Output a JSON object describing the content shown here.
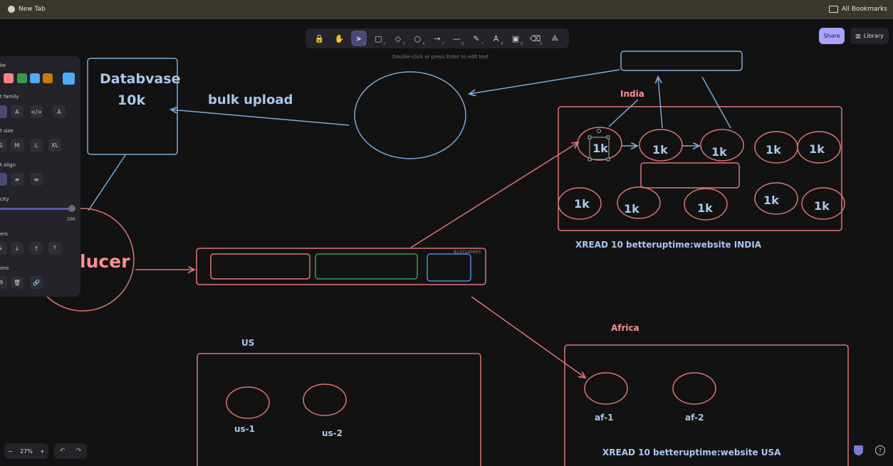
{
  "browser": {
    "tab_title": "New Tab",
    "bookmarks": "All Bookmarks"
  },
  "toolbar": {
    "tools": [
      {
        "icon": "lock-icon",
        "glyph": "🔒",
        "key": ""
      },
      {
        "icon": "hand-icon",
        "glyph": "✋",
        "key": ""
      },
      {
        "icon": "pointer-icon",
        "glyph": "➤",
        "key": "1"
      },
      {
        "icon": "rectangle-icon",
        "glyph": "▢",
        "key": "2"
      },
      {
        "icon": "diamond-icon",
        "glyph": "◇",
        "key": "3"
      },
      {
        "icon": "ellipse-icon",
        "glyph": "○",
        "key": "4"
      },
      {
        "icon": "arrow-icon",
        "glyph": "→",
        "key": "5"
      },
      {
        "icon": "line-icon",
        "glyph": "—",
        "key": "6"
      },
      {
        "icon": "pencil-icon",
        "glyph": "✎",
        "key": "7"
      },
      {
        "icon": "text-icon",
        "glyph": "A",
        "key": "8"
      },
      {
        "icon": "image-icon",
        "glyph": "▣",
        "key": "9"
      },
      {
        "icon": "eraser-icon",
        "glyph": "⌫",
        "key": "0"
      },
      {
        "icon": "shapes-icon",
        "glyph": "⟁",
        "key": ""
      }
    ],
    "hint": "Double-click or press Enter to edit text"
  },
  "header": {
    "share": "Share",
    "library": "Library"
  },
  "panel": {
    "stroke_label": "ke",
    "stroke_colors": [
      "#ff8383",
      "#3a994c",
      "#4dabf7",
      "#c77c02"
    ],
    "current_color": "#4dabf7",
    "font_family_label": "t family",
    "font_family_options": [
      "A",
      "</>",
      "A"
    ],
    "font_size_label": "t size",
    "font_sizes": [
      "S",
      "M",
      "L",
      "XL"
    ],
    "align_label": "t align",
    "opacity_label": "city",
    "opacity_value": "100",
    "layers_label": "ers",
    "actions_label": "ons"
  },
  "canvas": {
    "database_line1": "Databvase",
    "database_line2": "10k",
    "bulk_upload": "bulk upload",
    "producer": "lucer",
    "india": "India",
    "africa": "Africa",
    "us": "US",
    "small_id": "8130140903",
    "node_labels": [
      "1k",
      "1k",
      "1k",
      "1k",
      "1k",
      "1k",
      "1k",
      "1k",
      "1k",
      "1k"
    ],
    "xread_india": "XREAD 10 betteruptime:website INDIA",
    "xread_usa": "XREAD 10 betteruptime:website USA",
    "us_nodes": [
      "us-1",
      "us-2"
    ],
    "af_nodes": [
      "af-1",
      "af-2"
    ]
  },
  "footer": {
    "zoom": "27%",
    "zoom_out": "−",
    "zoom_in": "+",
    "undo": "↶",
    "redo": "↷",
    "help": "?"
  }
}
